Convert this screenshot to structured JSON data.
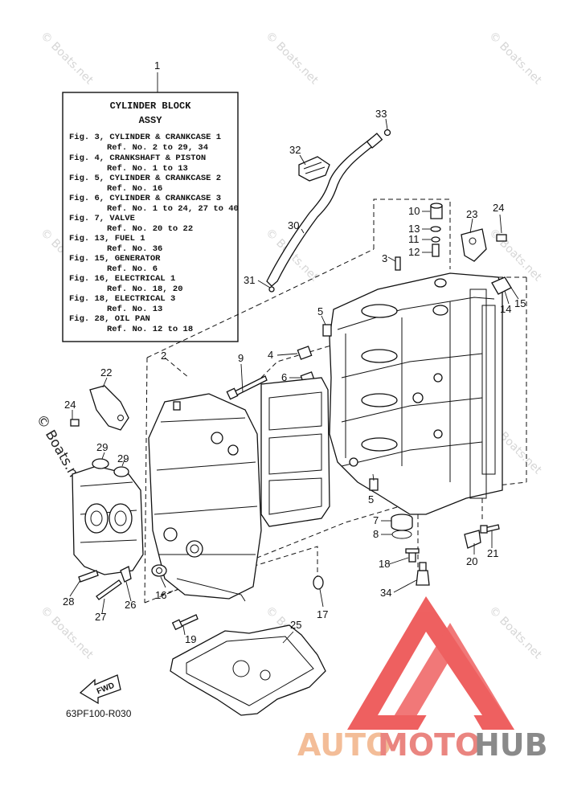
{
  "assy_box": {
    "callout": "1",
    "title_line1": "CYLINDER BLOCK",
    "title_line2": "ASSY",
    "lines": [
      "Fig. 3, CYLINDER & CRANKCASE 1",
      "Ref. No. 2 to 29, 34",
      "Fig. 4, CRANKSHAFT & PISTON",
      "Ref. No. 1 to 13",
      "Fig. 5, CYLINDER & CRANKCASE 2",
      "Ref. No. 16",
      "Fig. 6, CYLINDER & CRANKCASE 3",
      "Ref. No. 1 to 24, 27 to 40",
      "Fig. 7, VALVE",
      "Ref. No. 20 to 22",
      "Fig. 13, FUEL 1",
      "Ref. No. 36",
      "Fig. 15, GENERATOR",
      "Ref. No. 6",
      "Fig. 16, ELECTRICAL 1",
      "Ref. No. 18, 20",
      "Fig. 18, ELECTRICAL 3",
      "Ref. No. 13",
      "Fig. 28, OIL PAN",
      "Ref. No. 12 to 18"
    ]
  },
  "callouts": {
    "c2": "2",
    "c3": "3",
    "c4": "4",
    "c5a": "5",
    "c5b": "5",
    "c6": "6",
    "c7": "7",
    "c8": "8",
    "c9": "9",
    "c10": "10",
    "c11": "11",
    "c12": "12",
    "c13": "13",
    "c14": "14",
    "c15": "15",
    "c16": "16",
    "c17": "17",
    "c18": "18",
    "c19": "19",
    "c20": "20",
    "c21": "21",
    "c22": "22",
    "c23": "23",
    "c24a": "24",
    "c24b": "24",
    "c25": "25",
    "c26": "26",
    "c27": "27",
    "c28": "28",
    "c29a": "29",
    "c29b": "29",
    "c30": "30",
    "c31": "31",
    "c32": "32",
    "c33": "33",
    "c34": "34"
  },
  "fwd_label": "FWD",
  "drawing_code": "63PF100-R030",
  "watermark": "© Boats.net",
  "brand": {
    "part1": "AUTO",
    "part2": "MOTO",
    "part3": "HUB"
  },
  "colors": {
    "brand_orange": "#f2b58a",
    "brand_red": "#e8756f",
    "brand_gray": "#7a7a7a",
    "triangle_red": "#ec4b4b"
  }
}
